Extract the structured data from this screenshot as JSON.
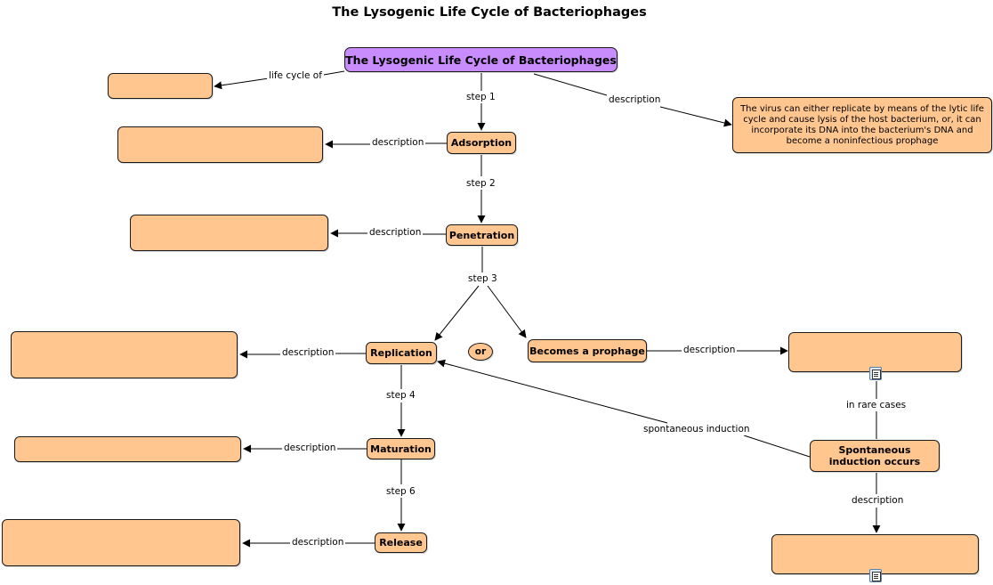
{
  "page_title": "The Lysogenic Life Cycle of Bacteriophages",
  "colors": {
    "root_fill": "#c88cfc",
    "node_fill": "#ffc690",
    "icon": "document-icon"
  },
  "nodes": {
    "root": "The Lysogenic Life Cycle of Bacteriophages",
    "adsorption": "Adsorption",
    "penetration": "Penetration",
    "replication": "Replication",
    "or": "or",
    "prophage": "Becomes a prophage",
    "maturation": "Maturation",
    "release": "Release",
    "spontaneous": "Spontaneous induction occurs",
    "root_description": "The virus can either replicate by means of the lytic life cycle and cause lysis of the host bacterium, or, it can incorporate its DNA into the bacterium's DNA and become a noninfectious prophage"
  },
  "links": {
    "life_cycle_of": "life cycle of",
    "step1": "step 1",
    "step2": "step 2",
    "step3": "step 3",
    "step4": "step 4",
    "step6": "step 6",
    "description": "description",
    "in_rare_cases": "in rare cases",
    "spontaneous_induction": "spontaneous induction"
  }
}
